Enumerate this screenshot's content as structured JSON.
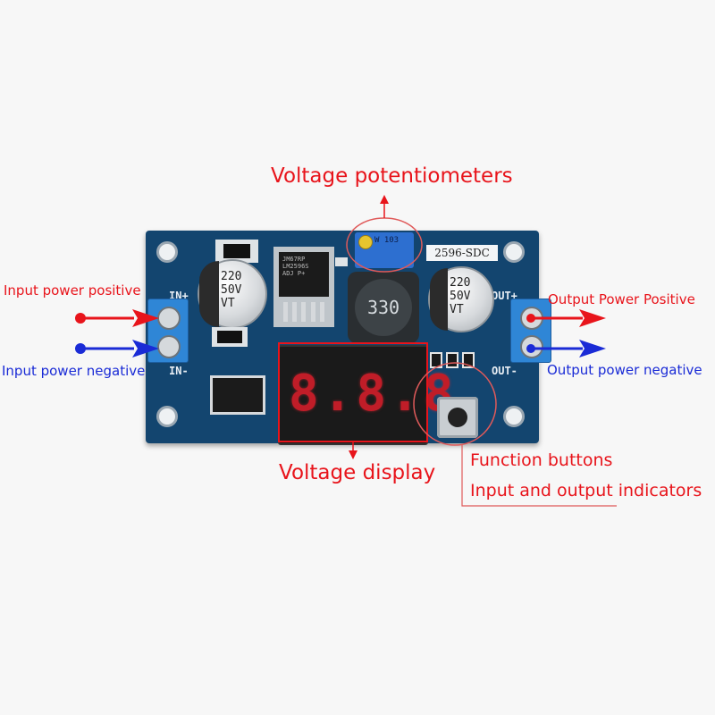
{
  "annotations": {
    "voltage_potentiometers": "Voltage potentiometers",
    "input_power_positive": "Input power positive",
    "input_power_negative": "Input power negative",
    "output_power_positive": "Output Power Positive",
    "output_power_negative": "Output power negative",
    "voltage_display": "Voltage display",
    "function_buttons": "Function buttons",
    "input_output_indicators": "Input and output indicators"
  },
  "board": {
    "model_label": "2596-SDC",
    "in_plus": "IN+",
    "in_minus": "IN-",
    "out_plus": "OUT+",
    "out_minus": "OUT-",
    "inductor_code": "330",
    "capacitor_rating": [
      "220",
      "50V",
      "VT"
    ],
    "regulator_text": [
      "JM67RP",
      "LM2596S",
      "ADJ P+"
    ],
    "trimpot_text": "W 103",
    "led_display": "8.8.8."
  },
  "colors": {
    "pcb": "#13456f",
    "positive": "#e8141b",
    "negative": "#1a2bd6",
    "led_segment": "#d11e2a"
  }
}
